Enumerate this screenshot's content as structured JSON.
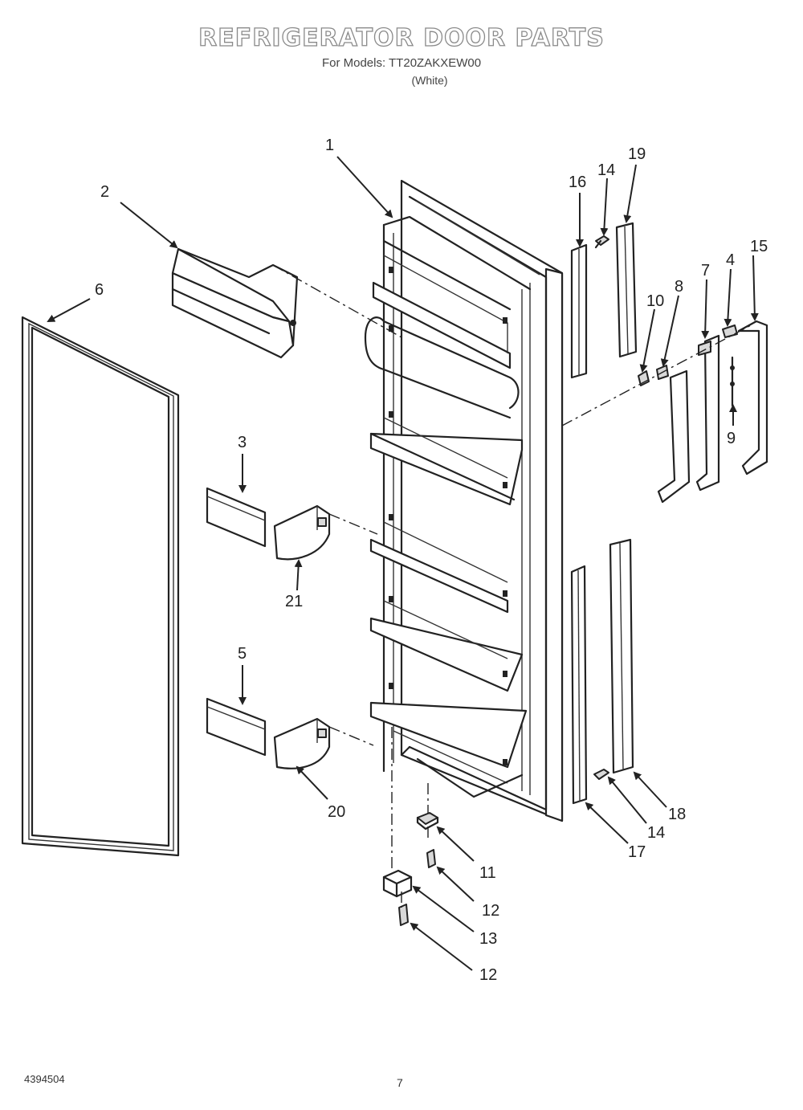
{
  "header": {
    "title": "REFRIGERATOR DOOR PARTS",
    "model_line": "For Models: TT20ZAKXEW00",
    "color_line": "(White)"
  },
  "footer": {
    "doc_number": "4394504",
    "page_number": "7"
  },
  "callouts": {
    "c1": "1",
    "c2": "2",
    "c3": "3",
    "c4": "4",
    "c5": "5",
    "c6": "6",
    "c7": "7",
    "c8": "8",
    "c9": "9",
    "c10": "10",
    "c11": "11",
    "c12a": "12",
    "c12b": "12",
    "c13": "13",
    "c14a": "14",
    "c14b": "14",
    "c15": "15",
    "c16": "16",
    "c17": "17",
    "c18": "18",
    "c19": "19",
    "c20": "20",
    "c21": "21"
  }
}
